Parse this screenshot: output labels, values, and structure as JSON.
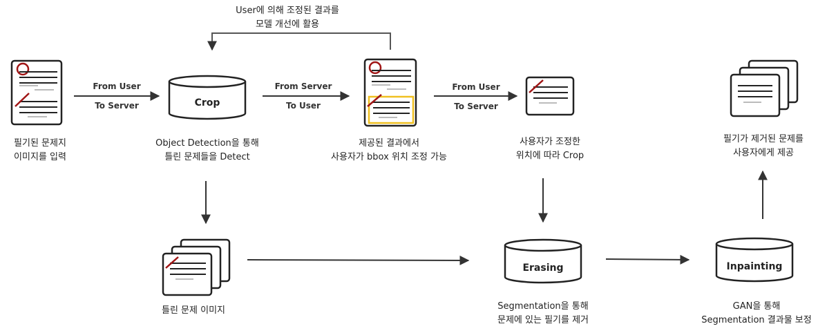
{
  "feedback_label": {
    "line1": "User에 의해 조정된 결과를",
    "line2": "모델 개선에 활용"
  },
  "nodes": {
    "input_image": {
      "line1": "필기된 문제지",
      "line2": "이미지를 입력"
    },
    "crop_db": {
      "title": "Crop",
      "line1": "Object Detection을 통해",
      "line2": "틀린 문제들을 Detect"
    },
    "result_doc": {
      "line1": "제공된 결과에서",
      "line2": "사용자가 bbox 위치 조정 가능"
    },
    "cropped_doc": {
      "line1": "사용자가 조정한",
      "line2": "위치에 따라 Crop"
    },
    "final_output": {
      "line1": "필기가 제거된 문제를",
      "line2": "사용자에게 제공"
    },
    "wrong_images": {
      "line1": "틀린 문제 이미지"
    },
    "erasing_db": {
      "title": "Erasing",
      "line1": "Segmentation을 통해",
      "line2": "문제에 있는 필기를 제거"
    },
    "inpainting_db": {
      "title": "Inpainting",
      "line1": "GAN을 통해",
      "line2": "Segmentation 결과물 보정"
    }
  },
  "edges": {
    "e1": {
      "top": "From User",
      "bottom": "To Server"
    },
    "e2": {
      "top": "From Server",
      "bottom": "To User"
    },
    "e3": {
      "top": "From User",
      "bottom": "To Server"
    }
  },
  "colors": {
    "line": "#333333",
    "handwriting": "#a01515",
    "highlight": "#f0c020",
    "text_gray": "#bbbbbb"
  }
}
